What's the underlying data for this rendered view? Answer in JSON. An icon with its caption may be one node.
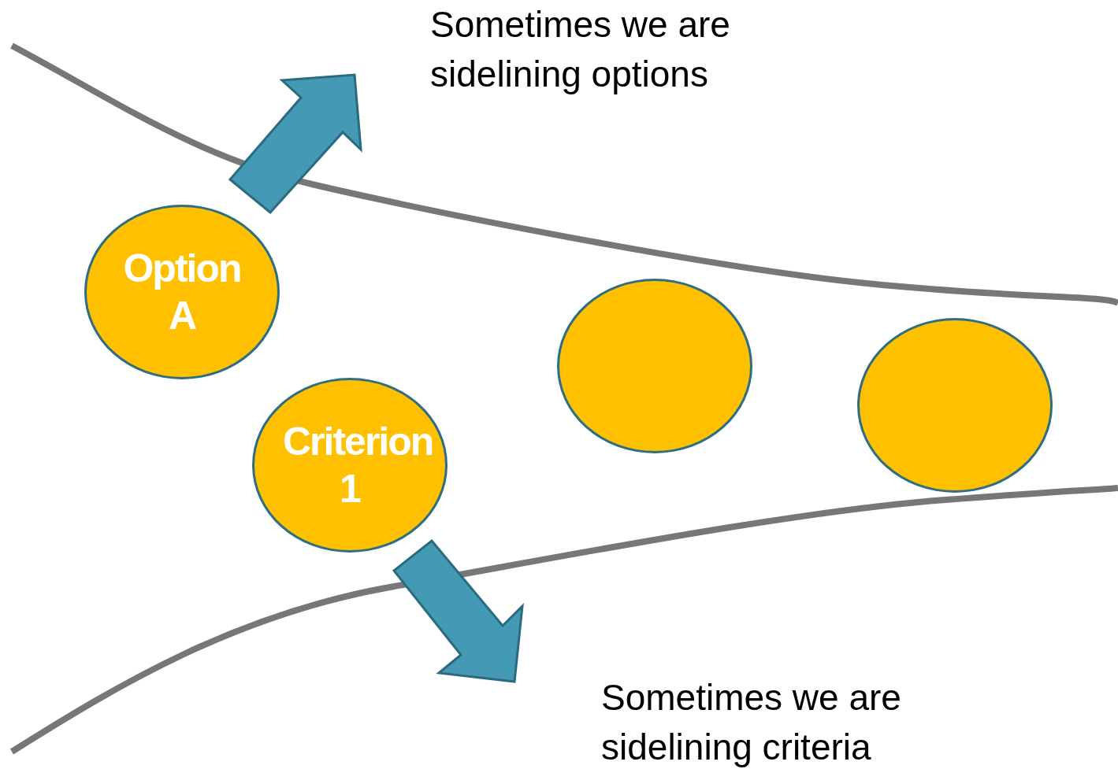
{
  "diagram": {
    "nodes": [
      {
        "text": [
          "Option A"
        ]
      },
      {
        "text": [
          "Criterion 1"
        ]
      },
      {
        "text": [],
        "shape": "circle"
      },
      {
        "text": [],
        "shape": "circle"
      }
    ],
    "edges": [
      {
        "from": 0,
        "to": null,
        "arrow": "to"
      },
      {
        "from": 1,
        "to": null,
        "arrow": "to"
      }
    ],
    "labels": [
      "Sometimes we are sidelining options",
      "Sometimes we are sidelining criteria"
    ]
  }
}
